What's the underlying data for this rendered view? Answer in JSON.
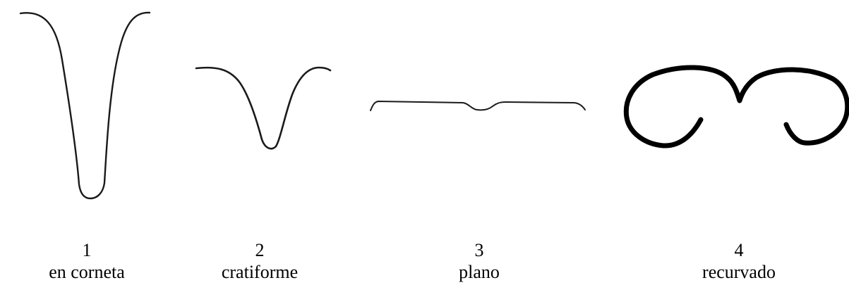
{
  "figures": [
    {
      "number": "1",
      "label": "en corneta",
      "shape_icon": "trumpet-profile-icon"
    },
    {
      "number": "2",
      "label": "cratiforme",
      "shape_icon": "crater-profile-icon"
    },
    {
      "number": "3",
      "label": "plano",
      "shape_icon": "flat-profile-icon"
    },
    {
      "number": "4",
      "label": "recurvado",
      "shape_icon": "recurved-profile-icon"
    }
  ],
  "colors": {
    "stroke": "#1a1a1a",
    "background": "#ffffff"
  }
}
